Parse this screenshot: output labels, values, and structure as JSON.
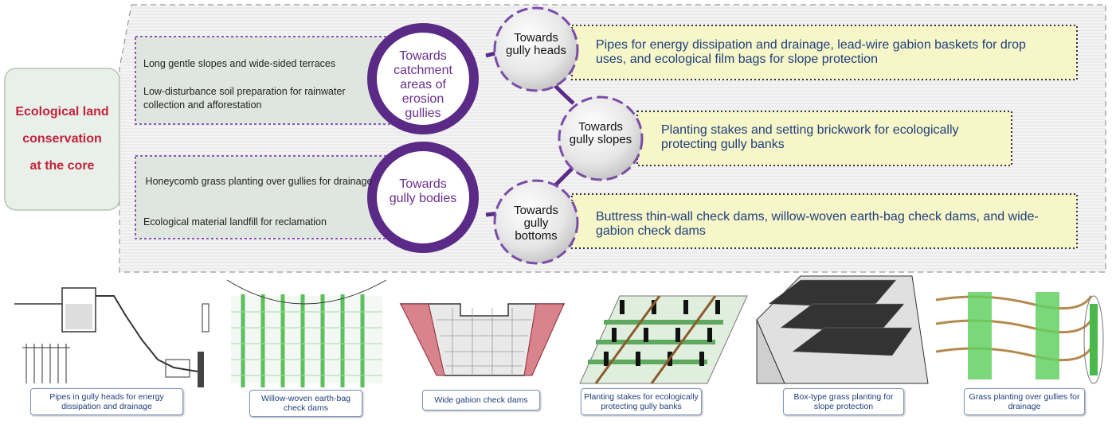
{
  "core": {
    "line1": "Ecological land",
    "line2": "conservation",
    "line3": "at the core"
  },
  "left": {
    "catchment": {
      "item1": "Long gentle slopes and wide-sided terraces",
      "item2": "Low-disturbance soil preparation for rainwater collection and afforestation"
    },
    "bodies": {
      "item1": "Honeycomb grass planting over gullies for drainage",
      "item2": "Ecological material landfill for reclamation"
    }
  },
  "hubs": {
    "catchment": "Towards catchment areas of erosion gullies",
    "bodies": "Towards gully bodies"
  },
  "nodes": {
    "heads": "Towards gully heads",
    "slopes": "Towards gully slopes",
    "bottoms": "Towards gully bottoms"
  },
  "measures": {
    "heads": "Pipes for energy dissipation and drainage, lead-wire gabion baskets for drop uses, and ecological film bags for slope protection",
    "slopes": "Planting stakes and setting brickwork for ecologically protecting gully banks",
    "bottoms": "Buttress thin-wall check dams, willow-woven earth-bag check dams, and wide-gabion check dams"
  },
  "captions": [
    "Pipes in gully heads for energy dissipation and drainage",
    "Willow-woven earth-bag check dams",
    "Wide gabion check dams",
    "Planting stakes for ecologically protecting gully banks",
    "Box-type grass planting for slope protection",
    "Grass planting over gullies for drainage"
  ],
  "colors": {
    "core_text": "#c0233c",
    "hub_ring": "#5b2a86",
    "hub_text": "#6a2e8c",
    "measure_box": "#f6f6c9",
    "measure_text": "#1f3f7a",
    "left_box": "#dfe6df"
  }
}
